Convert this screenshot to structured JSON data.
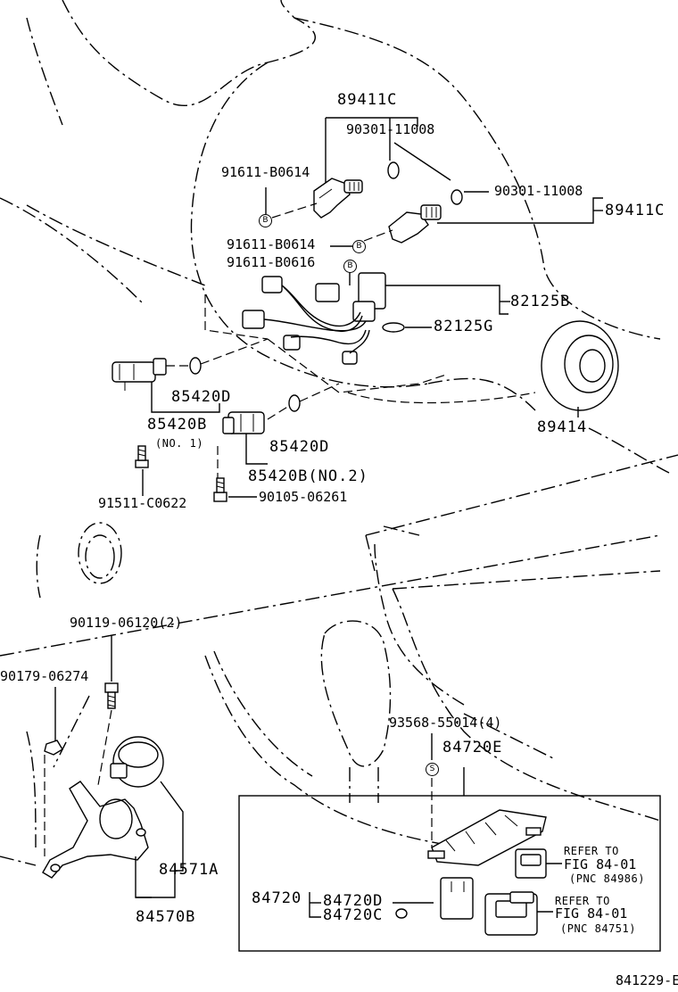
{
  "callouts": {
    "p89411c_top": "89411C",
    "p90301_top": "90301-11008",
    "p91611_left": "91611-B0614",
    "p90301_right": "90301-11008",
    "p89411c_right": "89411C",
    "p91611_mid": "91611-B0614",
    "p91611_b0616": "91611-B0616",
    "p82125b": "82125B",
    "p82125g": "82125G",
    "p85420d_left": "85420D",
    "p85420b_left": "85420B",
    "no1": "(NO. 1)",
    "p89414": "89414",
    "p85420d_right": "85420D",
    "p85420b_no2": "85420B(NO.2)",
    "p91511": "91511-C0622",
    "p90105": "90105-06261",
    "p90119": "90119-06120(2)",
    "p90179": "90179-06274",
    "p93568": "93568-55014(4)",
    "p84720e": "84720E",
    "p84571a": "84571A",
    "p84570b": "84570B",
    "p84720": "84720",
    "p84720d": "84720D",
    "p84720c": "84720C",
    "refer1_a": "REFER TO",
    "refer1_b": "FIG 84-01",
    "refer1_c": "(PNC 84986)",
    "refer2_a": "REFER TO",
    "refer2_b": "FIG 84-01",
    "refer2_c": "(PNC 84751)",
    "figure_code": "841229-E"
  },
  "markers": {
    "b1": "B",
    "b2": "B",
    "b3": "B",
    "s1": "S"
  }
}
